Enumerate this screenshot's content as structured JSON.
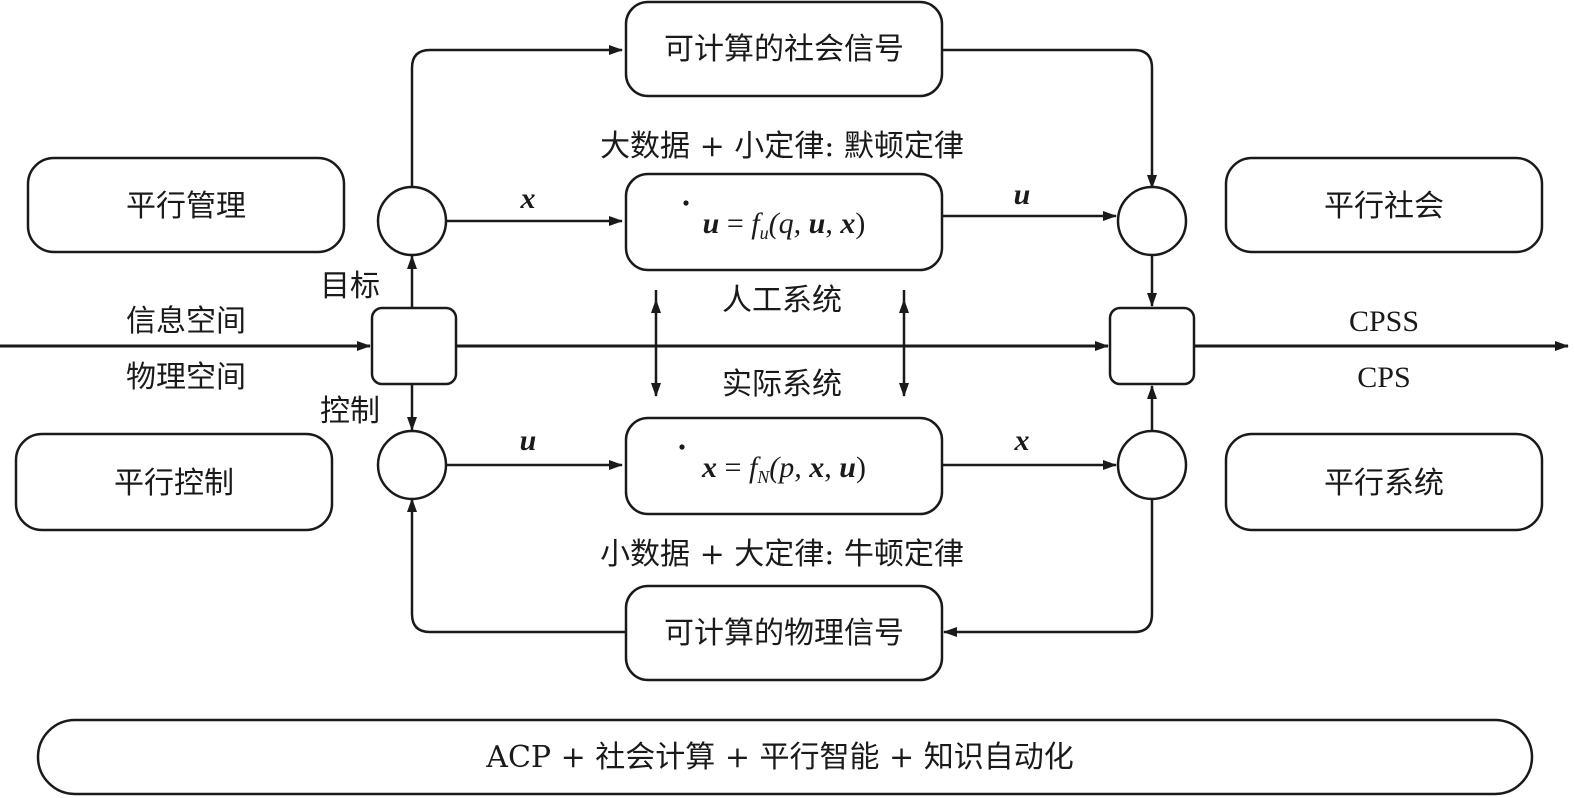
{
  "boxes": {
    "social_signal": "可计算的社会信号",
    "physical_signal": "可计算的物理信号",
    "artificial_eq": {
      "lhs": "u",
      "rel": "=",
      "f": "f",
      "sub": "u",
      "args_pre": "(q, ",
      "args_b1": "u",
      "comma": ", ",
      "args_b2": "x",
      "close": ")"
    },
    "actual_eq": {
      "lhs": "x",
      "rel": "=",
      "f": "f",
      "sub": "N",
      "args_pre": "(p, ",
      "args_b1": "x",
      "comma": ", ",
      "args_b2": "u",
      "close": ")"
    },
    "parallel_management": "平行管理",
    "parallel_control": "平行控制",
    "parallel_society": "平行社会",
    "parallel_system": "平行系统",
    "bottom_banner": "ACP + 社会计算 + 平行智能 + 知识自动化"
  },
  "labels": {
    "big_data_small_law": "大数据 + 小定律: 默顿定律",
    "small_data_big_law": "小数据 + 大定律: 牛顿定律",
    "artificial_system": "人工系统",
    "actual_system": "实际系统",
    "goal": "目标",
    "control": "控制",
    "info_space": "信息空间",
    "physical_space": "物理空间",
    "cpss": "CPSS",
    "cps": "CPS",
    "x_top": "x",
    "u_top": "u",
    "u_bottom": "u",
    "x_bottom": "x"
  }
}
